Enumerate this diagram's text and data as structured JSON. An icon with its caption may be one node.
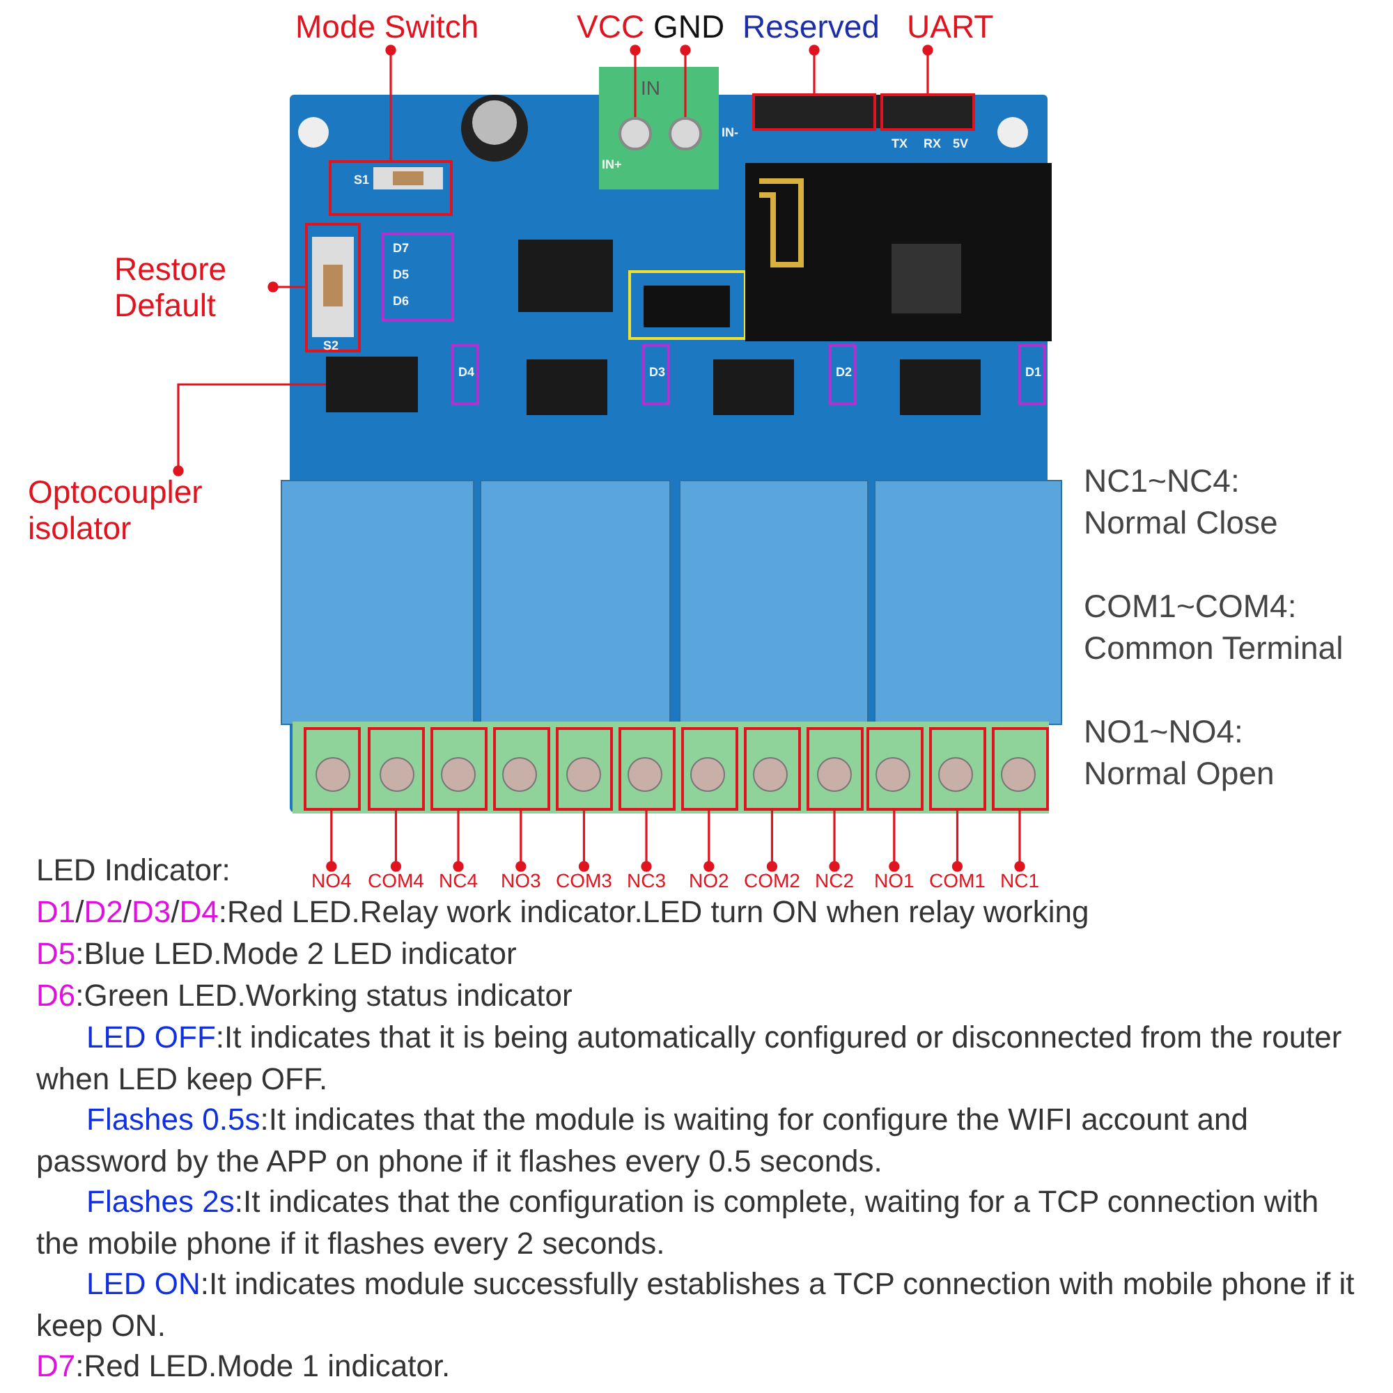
{
  "diagram": {
    "nodes": [
      {
        "text": [
          "Mode Switch"
        ]
      },
      {
        "text": [
          "VCC"
        ]
      },
      {
        "text": [
          "GND"
        ]
      },
      {
        "text": [
          "Reserved"
        ]
      },
      {
        "text": [
          "UART"
        ]
      },
      {
        "text": [],
        "shape": "box"
      },
      {
        "text": [],
        "shape": "circle"
      },
      {
        "text": [],
        "shape": "circle"
      },
      {
        "text": [],
        "shape": "box"
      },
      {
        "text": [],
        "shape": "box"
      },
      {
        "text": [
          "Restore Default"
        ]
      },
      {
        "text": [],
        "shape": "box"
      },
      {
        "text": [
          "Optocoupler isolator"
        ]
      },
      {
        "text": [],
        "shape": "box"
      },
      {
        "text": [],
        "shape": "box"
      },
      {
        "text": [],
        "shape": "box"
      },
      {
        "text": [],
        "shape": "box"
      },
      {
        "text": [],
        "shape": "box"
      },
      {
        "text": [],
        "shape": "box"
      },
      {
        "text": [],
        "shape": "box"
      },
      {
        "text": [],
        "shape": "box"
      },
      {
        "text": [],
        "shape": "box"
      },
      {
        "text": [],
        "shape": "box"
      },
      {
        "text": [],
        "shape": "box"
      },
      {
        "text": [],
        "shape": "box"
      },
      {
        "text": [],
        "shape": "box"
      },
      {
        "text": [
          "NO4"
        ]
      },
      {
        "text": [
          "COM4"
        ]
      },
      {
        "text": [
          "NC4"
        ]
      },
      {
        "text": [
          "NO3"
        ]
      },
      {
        "text": [
          "COM3"
        ]
      },
      {
        "text": [
          "NC3"
        ]
      },
      {
        "text": [
          "NO2"
        ]
      },
      {
        "text": [
          "COM2"
        ]
      },
      {
        "text": [
          "NC2"
        ]
      },
      {
        "text": [
          "NO1"
        ]
      },
      {
        "text": [
          "COM1"
        ]
      },
      {
        "text": [
          "NC1"
        ]
      }
    ],
    "edges": [
      {
        "from": 0,
        "to": 5,
        "arrow": "other"
      },
      {
        "from": 1,
        "to": 6,
        "arrow": "other"
      },
      {
        "from": 2,
        "to": 7,
        "arrow": "other"
      },
      {
        "from": 3,
        "to": 8,
        "arrow": "other"
      },
      {
        "from": 4,
        "to": 9,
        "arrow": "other"
      },
      {
        "from": 10,
        "to": 11,
        "arrow": "other"
      },
      {
        "from": 12,
        "to": 13,
        "arrow": "other"
      },
      {
        "from": 26,
        "to": 14,
        "arrow": "other"
      },
      {
        "from": 27,
        "to": 15,
        "arrow": "other"
      },
      {
        "from": 28,
        "to": 16,
        "arrow": "other"
      },
      {
        "from": 29,
        "to": 17,
        "arrow": "other"
      },
      {
        "from": 30,
        "to": 18,
        "arrow": "other"
      },
      {
        "from": 31,
        "to": 19,
        "arrow": "other"
      },
      {
        "from": 32,
        "to": 20,
        "arrow": "other"
      },
      {
        "from": 33,
        "to": 21,
        "arrow": "other"
      },
      {
        "from": 34,
        "to": 22,
        "arrow": "other"
      },
      {
        "from": 35,
        "to": 23,
        "arrow": "other"
      },
      {
        "from": 36,
        "to": 24,
        "arrow": "other"
      },
      {
        "from": 37,
        "to": 25,
        "arrow": "other"
      }
    ],
    "labels": [
      "IN",
      "IN+",
      "IN-",
      "TX",
      "RX",
      "5V",
      "S1",
      "S2",
      "D7",
      "D5",
      "D6",
      "D4",
      "D3",
      "D2",
      "D1",
      "NC1~NC4: Normal Close",
      "COM1~COM4: Common Terminal",
      "NO1~NO4: Normal Open",
      "LED Indicator:",
      "D1/D2/D3/D4:Red LED.Relay work indicator.LED turn ON when relay working",
      "D5:Blue LED.Mode 2 LED indicator",
      "D6:Green LED.Working status indicator",
      "LED OFF:It indicates that it is being automatically configured or disconnected from the router when LED keep OFF.",
      "Flashes 0.5s:It indicates that the module is waiting for configure the WIFI account and password by the APP on phone if it flashes every 0.5 seconds.",
      "Flashes 2s:It indicates that the configuration is complete, waiting for a TCP connection with the mobile phone if it flashes every 2 seconds.",
      "LED ON:It indicates module successfully establishes a TCP connection with mobile phone if it keep ON.",
      "D7:Red LED.Mode 1 indicator."
    ]
  }
}
